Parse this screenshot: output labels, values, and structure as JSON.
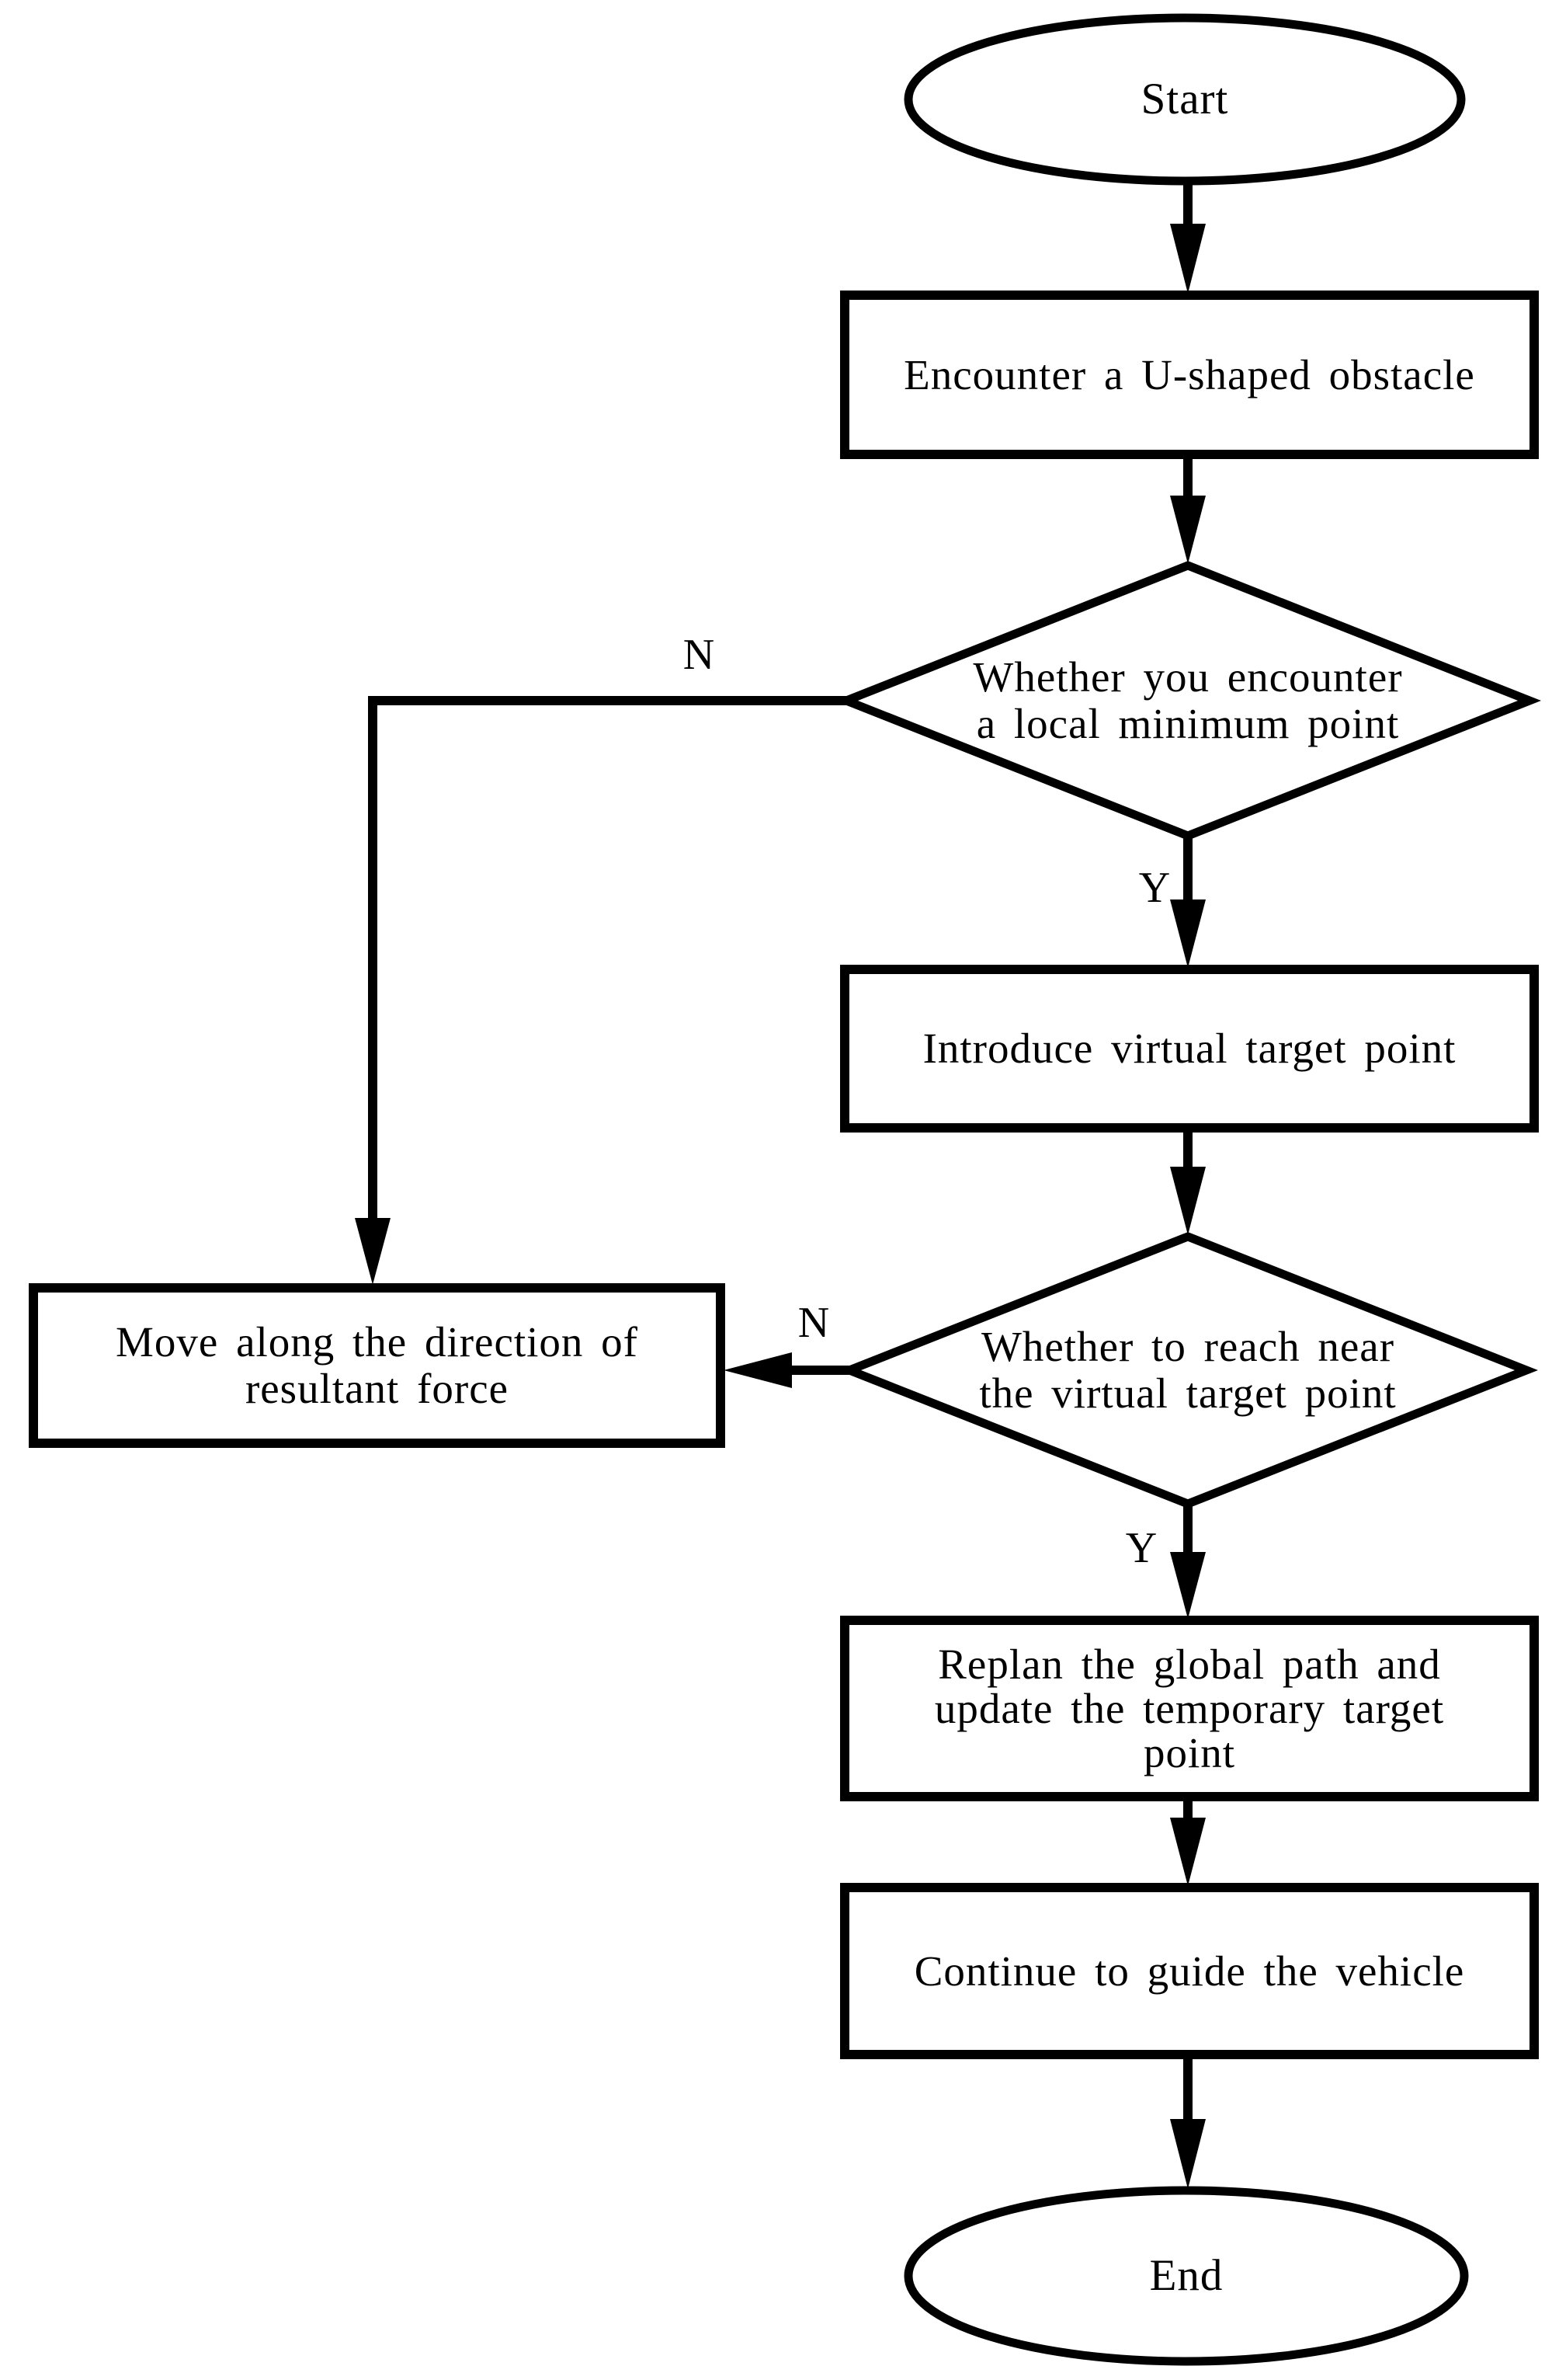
{
  "diagram": {
    "title_hint": "flowchart",
    "background_color": "#ffffff",
    "stroke_color": "#000000",
    "nodes": {
      "start": {
        "type": "terminator",
        "label": "Start"
      },
      "encounter": {
        "type": "process",
        "label": "Encounter a U-shaped obstacle"
      },
      "decision1": {
        "type": "decision",
        "lines": [
          "Whether you encounter",
          "a local minimum point"
        ]
      },
      "move": {
        "type": "process",
        "lines": [
          "Move along the direction of",
          "resultant force"
        ]
      },
      "introduce": {
        "type": "process",
        "label": "Introduce virtual target point"
      },
      "decision2": {
        "type": "decision",
        "lines": [
          "Whether to reach near",
          "the virtual target point"
        ]
      },
      "replan": {
        "type": "process",
        "lines": [
          "Replan the global path and",
          "update the temporary target",
          "point"
        ]
      },
      "continue": {
        "type": "process",
        "label": "Continue to guide the vehicle"
      },
      "end": {
        "type": "terminator",
        "label": "End"
      }
    },
    "edge_labels": {
      "decision1_no": "N",
      "decision1_yes": "Y",
      "decision2_no": "N",
      "decision2_yes": "Y"
    }
  }
}
